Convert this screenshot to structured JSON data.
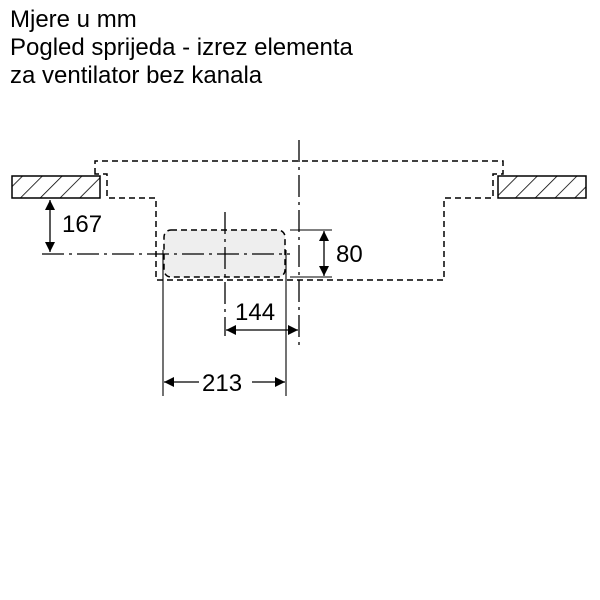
{
  "header": {
    "units": "Mjere u mm",
    "subtitle_line1": "Pogled sprijeda - izrez elementa",
    "subtitle_line2": "za ventilator bez kanala"
  },
  "dimensions": {
    "depth": "167",
    "height": "80",
    "offset_center": "144",
    "offset_edge": "213"
  },
  "colors": {
    "line": "#000000",
    "fan_fill": "#eeeeee"
  }
}
